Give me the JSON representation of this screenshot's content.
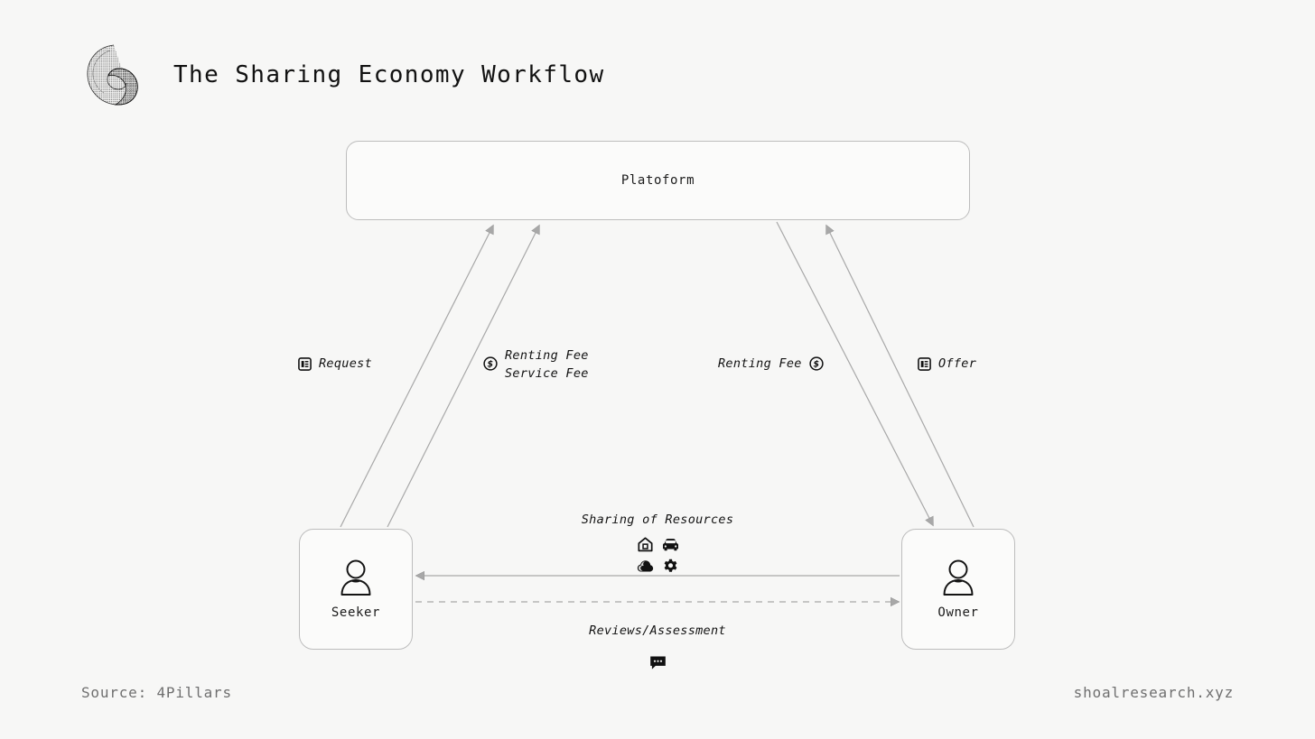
{
  "header": {
    "logo_icon": "shell-logo-icon",
    "title": "The Sharing Economy Workflow"
  },
  "diagram": {
    "nodes": [
      {
        "id": "platform",
        "label": "Platoform",
        "icon": null
      },
      {
        "id": "seeker",
        "label": "Seeker",
        "icon": "person-icon"
      },
      {
        "id": "owner",
        "label": "Owner",
        "icon": "person-icon"
      }
    ],
    "edge_labels": {
      "request": {
        "text": "Request",
        "icon": "document-icon",
        "icon_position": "before"
      },
      "fees": {
        "line1": "Renting Fee",
        "line2": "Service Fee",
        "icon": "dollar-circle-icon",
        "icon_position": "before"
      },
      "renting_fee": {
        "text": "Renting Fee",
        "icon": "dollar-circle-icon",
        "icon_position": "after"
      },
      "offer": {
        "text": "Offer",
        "icon": "document-icon",
        "icon_position": "before"
      }
    },
    "center_labels": {
      "sharing": {
        "text": "Sharing of Resources",
        "icons": [
          "house-icon",
          "car-icon",
          "cloud-icon",
          "gear-icon"
        ]
      },
      "reviews": {
        "text": "Reviews/Assessment",
        "icons": [
          "chat-bubble-icon"
        ]
      }
    },
    "edges": [
      {
        "from": "seeker",
        "to": "platform",
        "label": "Request",
        "style": "solid",
        "arrow": "end"
      },
      {
        "from": "seeker",
        "to": "platform",
        "label": "Renting Fee / Service Fee",
        "style": "solid",
        "arrow": "end"
      },
      {
        "from": "owner",
        "to": "platform",
        "label": "Offer",
        "style": "solid",
        "arrow": "end"
      },
      {
        "from": "platform",
        "to": "owner",
        "label": "Renting Fee",
        "style": "solid",
        "arrow": "end"
      },
      {
        "from": "owner",
        "to": "seeker",
        "label": "Sharing of Resources",
        "style": "solid",
        "arrow": "end"
      },
      {
        "from": "seeker",
        "to": "owner",
        "label": "Reviews/Assessment",
        "style": "dashed",
        "arrow": "end"
      }
    ]
  },
  "footer": {
    "source": "Source: 4Pillars",
    "site": "shoalresearch.xyz"
  },
  "colors": {
    "background": "#f7f7f6",
    "node_border": "#bdbdbd",
    "node_fill": "#fbfbfa",
    "edge": "#9e9e9e",
    "text": "#111111",
    "footer_text": "#6f6f6f"
  }
}
